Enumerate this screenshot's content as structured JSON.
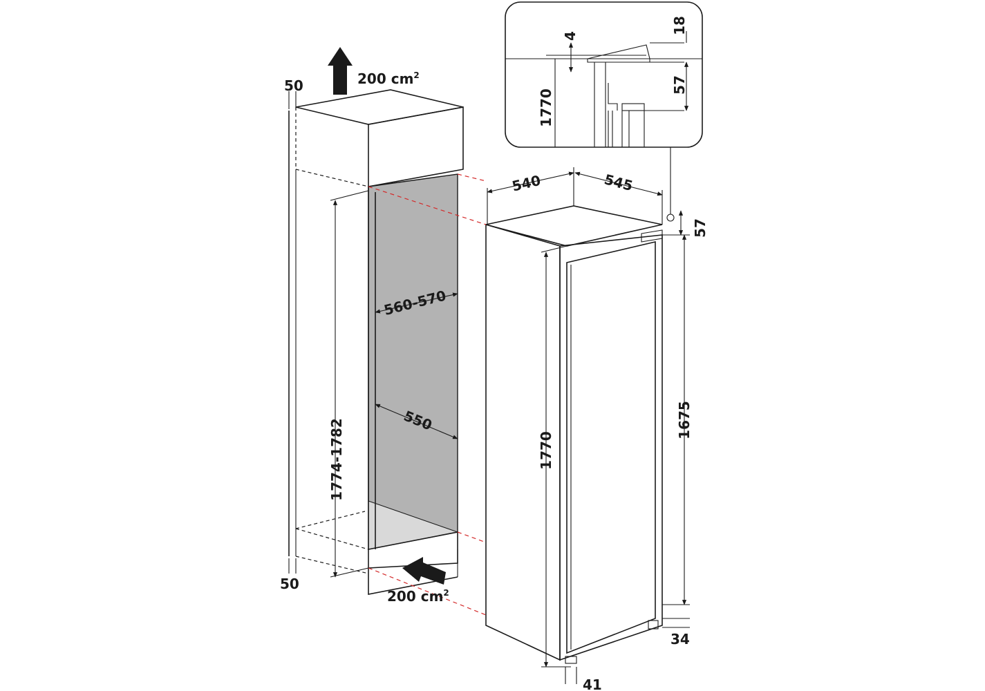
{
  "dimensions": {
    "vent_top_area": "200",
    "vent_bottom_area": "200",
    "vent_unit": "cm",
    "vent_exp": "2",
    "niche_top_offset": "50",
    "niche_bottom_offset": "50",
    "niche_height": "1774-1782",
    "niche_width": "560-570",
    "niche_depth": "550",
    "appliance_width": "540",
    "appliance_depth": "545",
    "appliance_top_gap": "57",
    "appliance_height": "1770",
    "door_height": "1675",
    "foot_front": "34",
    "foot_offset": "41",
    "detail_gap": "4",
    "detail_top": "18",
    "detail_height": "1770",
    "detail_offset": "57"
  },
  "colors": {
    "line": "#1a1a1a",
    "niche_back": "#b3b3b3",
    "niche_floor": "#d9d9d9",
    "guide_dash": "#d42a2a"
  }
}
